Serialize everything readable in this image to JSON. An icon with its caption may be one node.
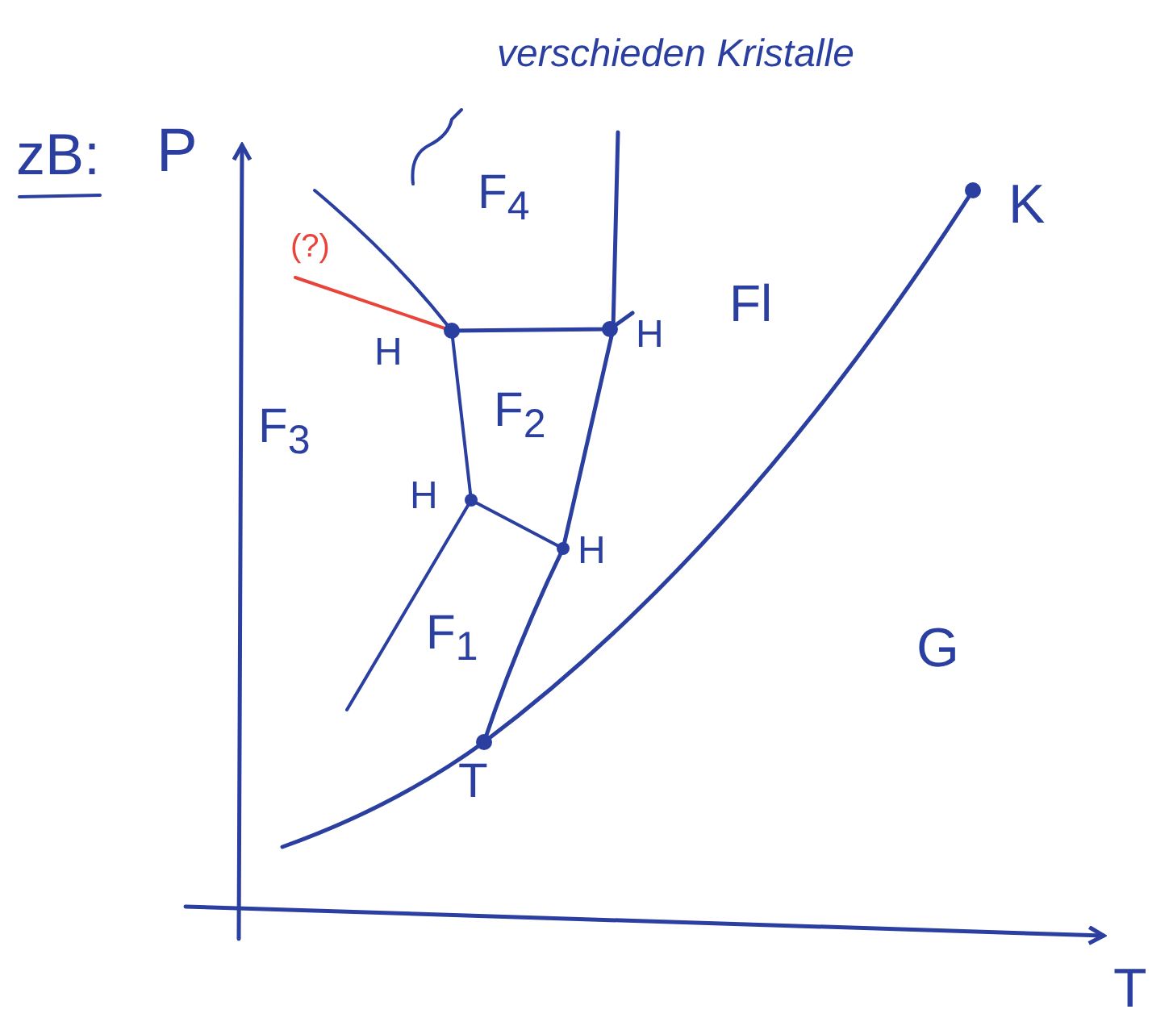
{
  "diagram": {
    "labels": [
      "zB:",
      "P",
      "verschieden Kristalle",
      "F$_{4}$",
      "(?)",
      "H",
      "H",
      "Fl",
      "K",
      "F$_{2}$",
      "F$_{3}$",
      "H",
      "H",
      "F$_{1}$",
      "G",
      "T",
      "T"
    ]
  }
}
